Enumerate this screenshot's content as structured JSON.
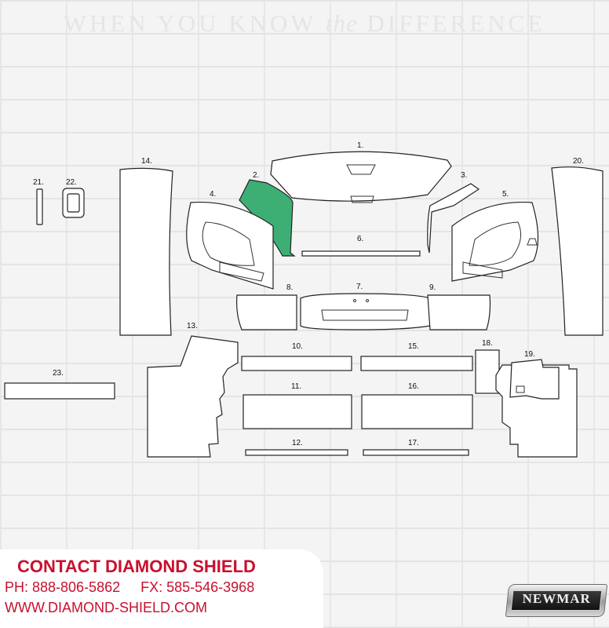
{
  "tagline": {
    "before": "WHEN YOU KNOW",
    "italic": "the",
    "after": "DIFFERENCE"
  },
  "parts": {
    "p1": "1.",
    "p2": "2.",
    "p3": "3.",
    "p4": "4.",
    "p5": "5.",
    "p6": "6.",
    "p7": "7.",
    "p8": "8.",
    "p9": "9.",
    "p10": "10.",
    "p11": "11.",
    "p12": "12.",
    "p13": "13.",
    "p14": "14.",
    "p15": "15.",
    "p16": "16.",
    "p17": "17.",
    "p18": "18.",
    "p19": "19.",
    "p20": "20.",
    "p21": "21.",
    "p22": "22.",
    "p23": "23."
  },
  "highlighted_part": "2.",
  "colors": {
    "highlight": "#3daf74",
    "contact_text": "#c8102e",
    "outline": "#222222"
  },
  "contact": {
    "heading": "CONTACT DIAMOND SHIELD",
    "phone": "PH: 888-806-5862",
    "fax": "FX: 585-546-3968",
    "website": "WWW.DIAMOND-SHIELD.COM"
  },
  "logo": {
    "text": "NEWMAR"
  }
}
